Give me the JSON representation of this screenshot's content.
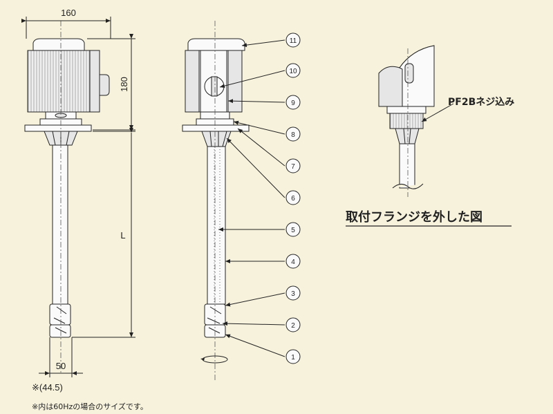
{
  "dimensions": {
    "width_top": "160",
    "height_motor": "180",
    "length": "L",
    "width_bottom": "50",
    "alt_width": "※(44.5)"
  },
  "callouts": [
    "1",
    "2",
    "3",
    "4",
    "5",
    "6",
    "7",
    "8",
    "9",
    "10",
    "11"
  ],
  "detail": {
    "thread_label": "PF2Bネジ込み",
    "caption": "取付フランジを外した図"
  },
  "footnote": "※内は60Hzの場合のサイズです。"
}
